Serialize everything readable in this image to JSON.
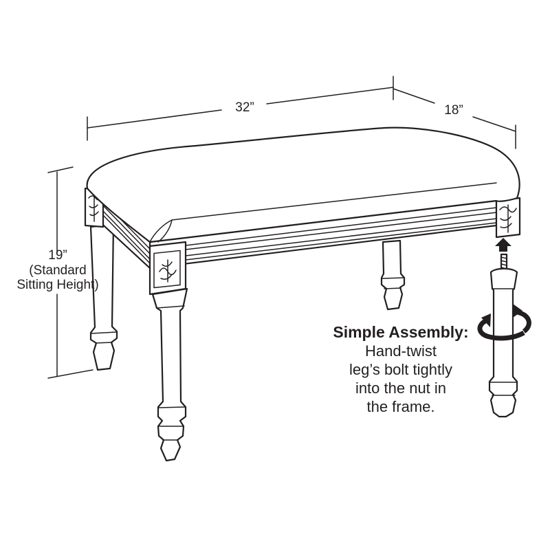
{
  "dimensions": {
    "width": "32”",
    "depth": "18”",
    "height": "19”",
    "height_note_line1": "(Standard",
    "height_note_line2": "Sitting Height)"
  },
  "assembly": {
    "title": "Simple Assembly:",
    "lines": [
      "Hand-twist",
      "leg’s bolt tightly",
      "into the nut in",
      "the frame."
    ]
  },
  "colors": {
    "line": "#231f20",
    "background": "#ffffff"
  },
  "icons": [
    "up-arrow-icon",
    "rotate-arrow-icon"
  ]
}
